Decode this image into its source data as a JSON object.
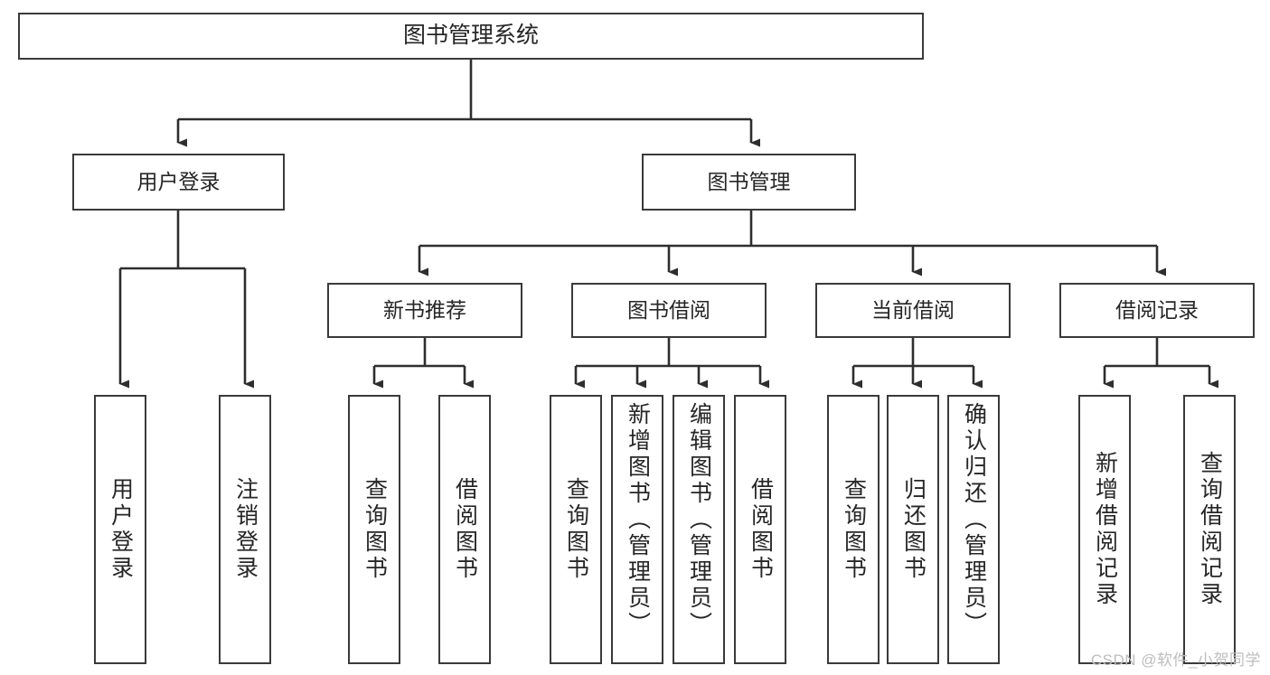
{
  "diagram": {
    "title": "图书管理系统",
    "type": "tree-hierarchy",
    "root": {
      "label": "图书管理系统"
    },
    "level2": [
      {
        "label": "用户登录"
      },
      {
        "label": "图书管理"
      }
    ],
    "level3": [
      {
        "label": "新书推荐",
        "parent": "图书管理"
      },
      {
        "label": "图书借阅",
        "parent": "图书管理"
      },
      {
        "label": "当前借阅",
        "parent": "图书管理"
      },
      {
        "label": "借阅记录",
        "parent": "图书管理"
      }
    ],
    "leaves": [
      {
        "label": "用户登录",
        "parent": "用户登录"
      },
      {
        "label": "注销登录",
        "parent": "用户登录"
      },
      {
        "label": "查询图书",
        "parent": "新书推荐"
      },
      {
        "label": "借阅图书",
        "parent": "新书推荐"
      },
      {
        "label": "查询图书",
        "parent": "图书借阅"
      },
      {
        "label": "新增图书（管理员）",
        "parent": "图书借阅"
      },
      {
        "label": "编辑图书（管理员）",
        "parent": "图书借阅"
      },
      {
        "label": "借阅图书",
        "parent": "图书借阅"
      },
      {
        "label": "查询图书",
        "parent": "当前借阅"
      },
      {
        "label": "归还图书",
        "parent": "当前借阅"
      },
      {
        "label": "确认归还（管理员）",
        "parent": "当前借阅"
      },
      {
        "label": "新增借阅记录",
        "parent": "借阅记录"
      },
      {
        "label": "查询借阅记录",
        "parent": "借阅记录"
      }
    ]
  },
  "watermark": {
    "text": "CSDN @软件_小贺同学"
  },
  "colors": {
    "stroke": "#3a3a3a",
    "text": "#262626",
    "background": "#ffffff",
    "watermark": "#bdbdbd"
  }
}
